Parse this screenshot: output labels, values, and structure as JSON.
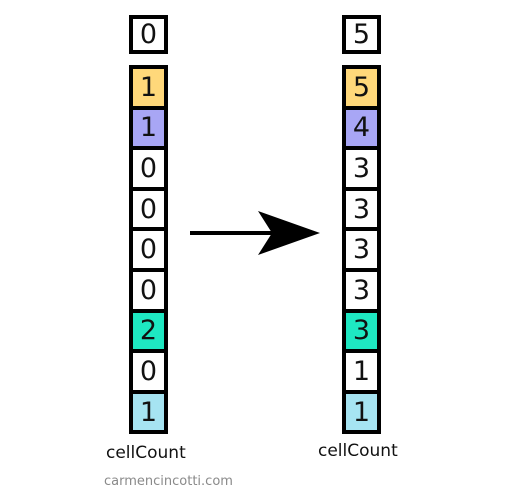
{
  "colors": {
    "yellow": "#ffd87a",
    "purple": "#a8a6f5",
    "white": "#ffffff",
    "teal": "#1ee8c2",
    "lightblue": "#a6e4f2"
  },
  "before": {
    "total": "0",
    "cells": [
      {
        "value": "1",
        "color": "yellow"
      },
      {
        "value": "1",
        "color": "purple"
      },
      {
        "value": "0",
        "color": "white"
      },
      {
        "value": "0",
        "color": "white"
      },
      {
        "value": "0",
        "color": "white"
      },
      {
        "value": "0",
        "color": "white"
      },
      {
        "value": "2",
        "color": "teal"
      },
      {
        "value": "0",
        "color": "white"
      },
      {
        "value": "1",
        "color": "lightblue"
      }
    ],
    "label": "cellCount"
  },
  "after": {
    "total": "5",
    "cells": [
      {
        "value": "5",
        "color": "yellow"
      },
      {
        "value": "4",
        "color": "purple"
      },
      {
        "value": "3",
        "color": "white"
      },
      {
        "value": "3",
        "color": "white"
      },
      {
        "value": "3",
        "color": "white"
      },
      {
        "value": "3",
        "color": "white"
      },
      {
        "value": "3",
        "color": "teal"
      },
      {
        "value": "1",
        "color": "white"
      },
      {
        "value": "1",
        "color": "lightblue"
      }
    ],
    "label": "cellCount"
  },
  "watermark": "carmencincotti.com"
}
